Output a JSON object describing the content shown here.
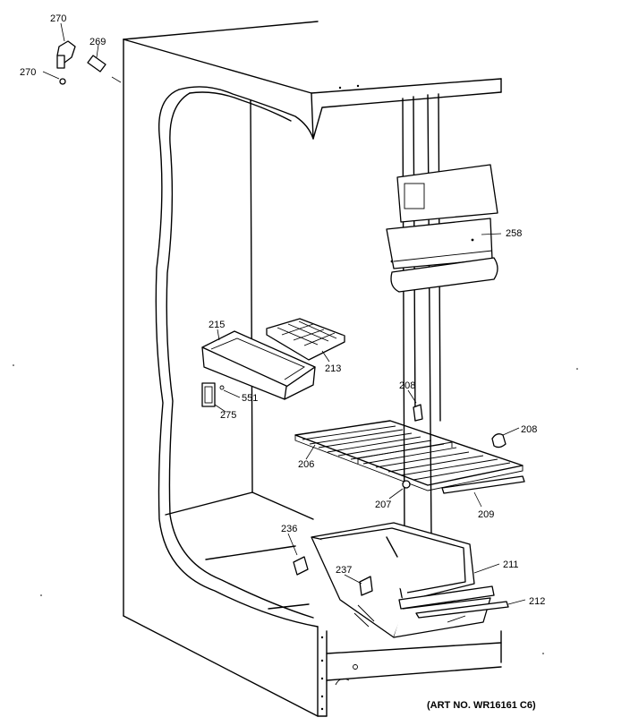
{
  "diagram": {
    "art_number": "(ART NO. WR16161 C6)",
    "callouts": [
      {
        "id": "c270a",
        "text": "270"
      },
      {
        "id": "c270b",
        "text": "270"
      },
      {
        "id": "c269",
        "text": "269"
      },
      {
        "id": "c258",
        "text": "258"
      },
      {
        "id": "c215",
        "text": "215"
      },
      {
        "id": "c213",
        "text": "213"
      },
      {
        "id": "c551",
        "text": "551"
      },
      {
        "id": "c275",
        "text": "275"
      },
      {
        "id": "c208a",
        "text": "208"
      },
      {
        "id": "c208b",
        "text": "208"
      },
      {
        "id": "c206",
        "text": "206"
      },
      {
        "id": "c207",
        "text": "207"
      },
      {
        "id": "c209",
        "text": "209"
      },
      {
        "id": "c236",
        "text": "236"
      },
      {
        "id": "c237",
        "text": "237"
      },
      {
        "id": "c211",
        "text": "211"
      },
      {
        "id": "c212",
        "text": "212"
      }
    ]
  }
}
